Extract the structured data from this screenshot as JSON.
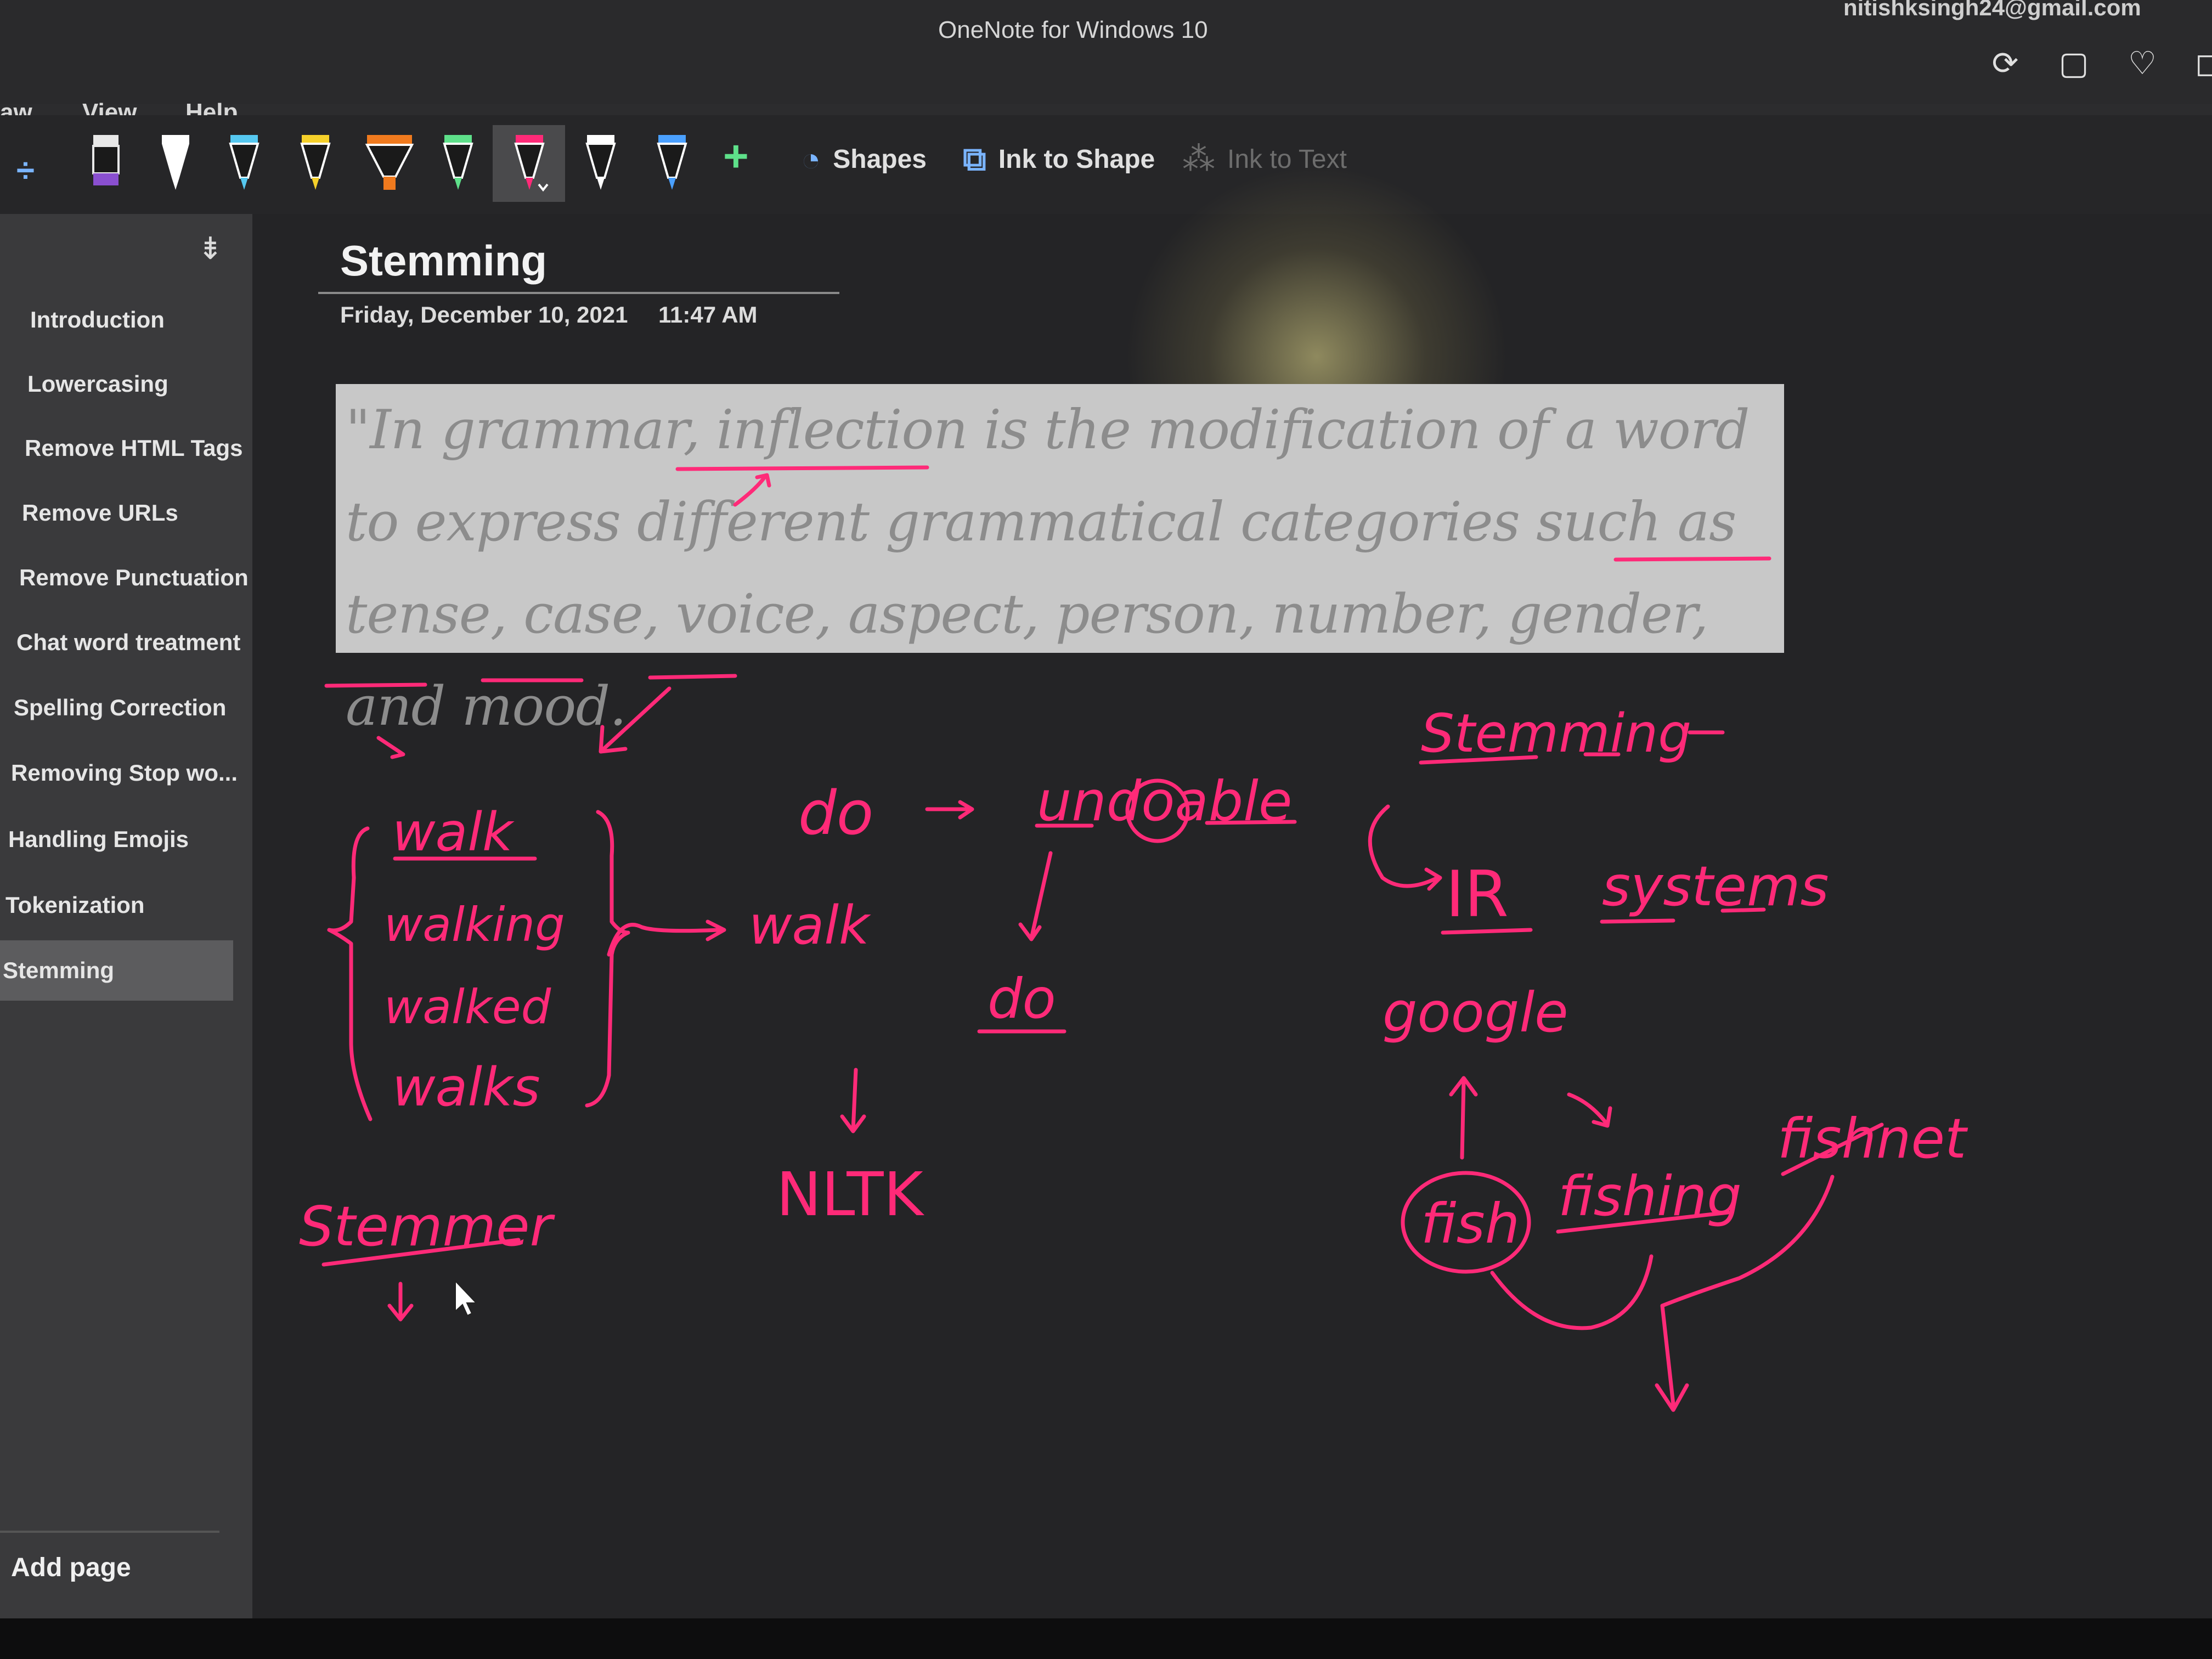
{
  "window": {
    "title": "OneNote for Windows 10",
    "user_email": "nitishksingh24@gmail.com"
  },
  "menu": {
    "tabs": [
      "aw",
      "View",
      "Help"
    ]
  },
  "toolbar": {
    "shapes_label": "Shapes",
    "ink_to_shape_label": "Ink to Shape",
    "ink_to_text_label": "Ink to Text",
    "pens": [
      {
        "name": "black-purple",
        "color": "#8a4fd0"
      },
      {
        "name": "white",
        "color": "#ffffff"
      },
      {
        "name": "light-blue",
        "color": "#56c8f0"
      },
      {
        "name": "yellow",
        "color": "#f5d02a"
      },
      {
        "name": "orange-highlighter",
        "color": "#f07a1e"
      },
      {
        "name": "green",
        "color": "#5ee08a"
      },
      {
        "name": "pink",
        "color": "#ff2a78"
      },
      {
        "name": "white-2",
        "color": "#ffffff"
      },
      {
        "name": "blue",
        "color": "#4aa0ff"
      }
    ],
    "selected_pen": "pink"
  },
  "sidebar": {
    "pages": [
      {
        "label": "Introduction"
      },
      {
        "label": "Lowercasing"
      },
      {
        "label": "Remove HTML Tags"
      },
      {
        "label": "Remove URLs"
      },
      {
        "label": "Remove Punctuation"
      },
      {
        "label": "Chat word treatment"
      },
      {
        "label": "Spelling Correction"
      },
      {
        "label": "Removing Stop wo..."
      },
      {
        "label": "Handling Emojis"
      },
      {
        "label": "Tokenization"
      },
      {
        "label": "Stemming"
      }
    ],
    "selected_index": 10,
    "add_page_label": "Add page"
  },
  "page": {
    "title": "Stemming",
    "date": "Friday, December 10, 2021",
    "time": "11:47 AM",
    "quote": "\"In grammar, inflection is the modification of a word to express different grammatical categories such as tense, case, voice, aspect, person, number, gender, and mood."
  },
  "ink": {
    "color": "#ff2a78",
    "words": [
      "walk",
      "walking",
      "walked",
      "walks",
      "walk",
      "do",
      "undoable",
      "do",
      "NLTK",
      "Stemmer",
      "Stemming",
      "IR",
      "systems",
      "google",
      "fish",
      "fishing",
      "fishnet"
    ]
  }
}
